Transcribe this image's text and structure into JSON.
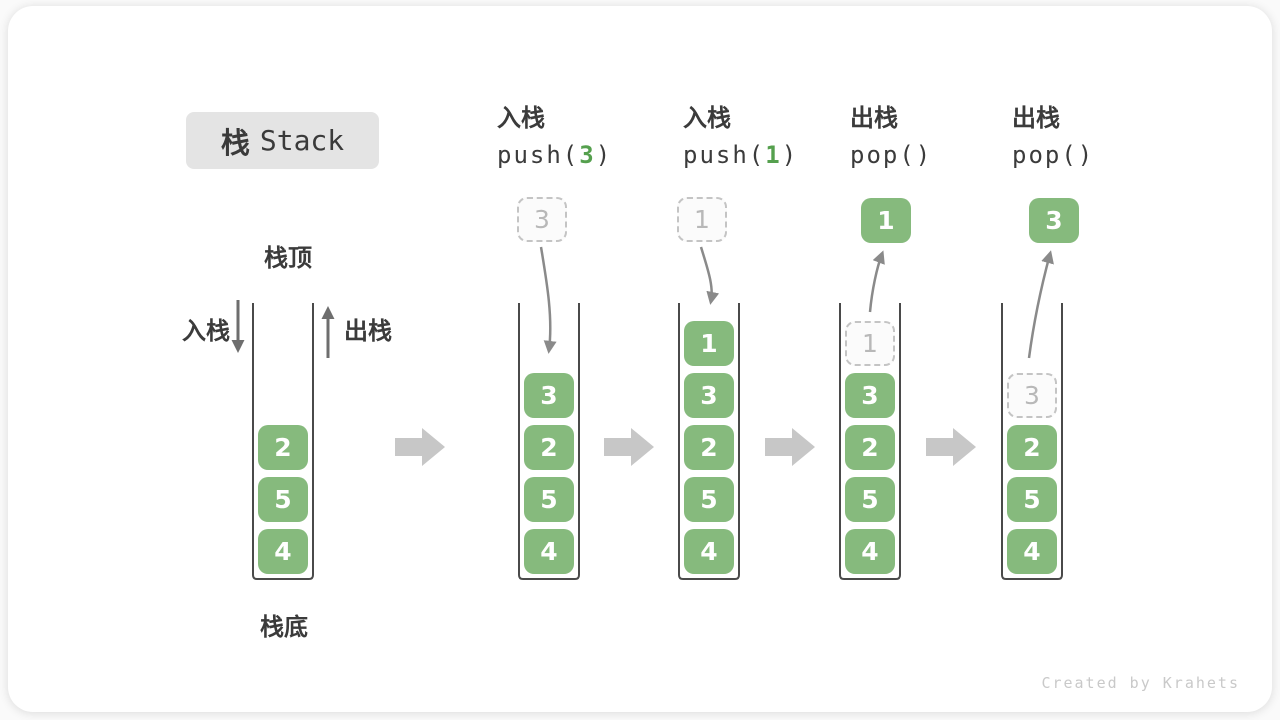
{
  "title": {
    "zh": "栈",
    "en": "Stack"
  },
  "side_labels": {
    "top": "栈顶",
    "bottom": "栈底",
    "push": "入栈",
    "pop": "出栈"
  },
  "watermark": "Created by Krahets",
  "operations": [
    {
      "zh": "入栈",
      "code": {
        "pre": "push(",
        "arg": "3",
        "post": ")"
      }
    },
    {
      "zh": "入栈",
      "code": {
        "pre": "push(",
        "arg": "1",
        "post": ")"
      }
    },
    {
      "zh": "出栈",
      "code": {
        "pre": "pop(",
        "arg": "",
        "post": ")"
      }
    },
    {
      "zh": "出栈",
      "code": {
        "pre": "pop(",
        "arg": "",
        "post": ")"
      }
    }
  ],
  "stacks": [
    {
      "values": [
        "2",
        "5",
        "4"
      ],
      "ghost": null
    },
    {
      "values": [
        "3",
        "2",
        "5",
        "4"
      ],
      "ghost": null
    },
    {
      "values": [
        "1",
        "3",
        "2",
        "5",
        "4"
      ],
      "ghost": null
    },
    {
      "values": [
        "3",
        "2",
        "5",
        "4"
      ],
      "ghost": "1"
    },
    {
      "values": [
        "2",
        "5",
        "4"
      ],
      "ghost": "3"
    }
  ],
  "floating_values": [
    {
      "above_stack": 2,
      "value": "3",
      "style": "dashed"
    },
    {
      "above_stack": 3,
      "value": "1",
      "style": "dashed"
    },
    {
      "above_stack": 4,
      "value": "1",
      "style": "solid"
    },
    {
      "above_stack": 5,
      "value": "3",
      "style": "solid"
    }
  ],
  "colors": {
    "green": "#86ba7d",
    "code_green": "#55a04e",
    "wall": "#4a4a4a",
    "thin_arrow": "#8a8a8a",
    "side_arrow": "#6e6e6e",
    "block_arrow": "#c7c7c7"
  }
}
